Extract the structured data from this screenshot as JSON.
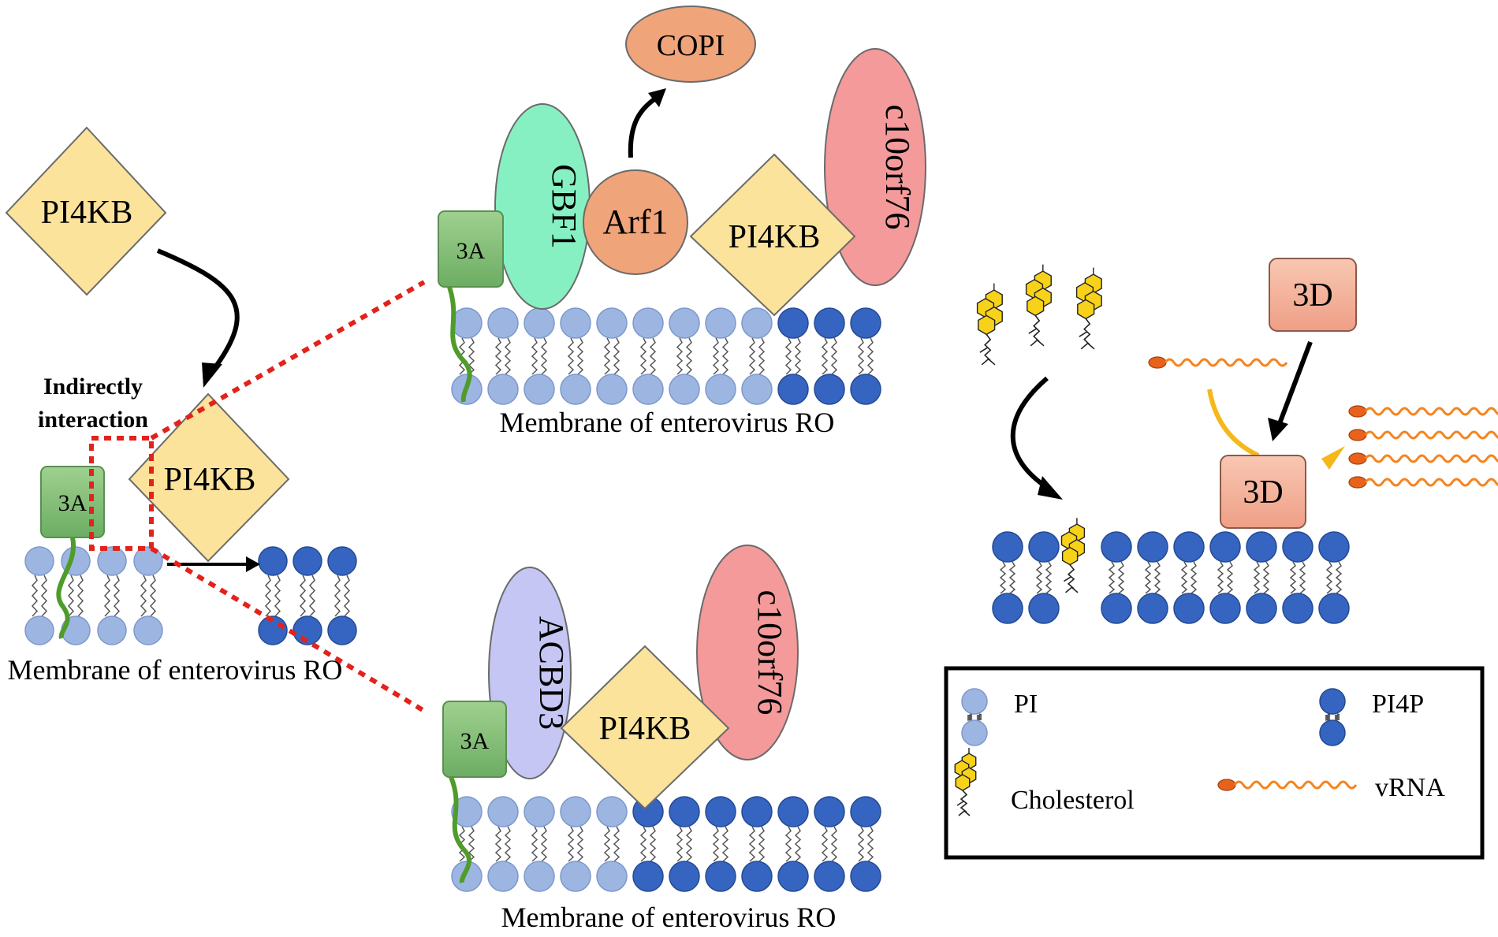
{
  "colors": {
    "pi": "#9db6e1",
    "pi4p": "#3565c0",
    "pi_stroke": "#7d98cc",
    "pi4p_stroke": "#244a95",
    "pi4kb": "#fbe39b",
    "threeA": "#86c07c",
    "gbf1": "#86f0c2",
    "arf1": "#f0a47a",
    "copi": "#f0a47a",
    "c10orf76": "#f49a9a",
    "acbd3": "#c5c6f3",
    "threeD": "#f4b19a",
    "rna": "#f5841f",
    "rna_cap": "#e8621c",
    "cholesterol": "#f7d219",
    "arrow": "#000000",
    "zoom_lines": "#e3221c",
    "membrane_tail": "#555555",
    "legend_border": "#000000",
    "yellow_arrow": "#f5b81c"
  },
  "left": {
    "pi4kb_top": "PI4KB",
    "pi4kb_bottom": "PI4KB",
    "threeA": "3A",
    "indirect_line1": "Indirectly",
    "indirect_line2": "interaction",
    "membrane_label": "Membrane of enterovirus RO"
  },
  "top_center": {
    "copi": "COPI",
    "gbf1": "GBF1",
    "arf1": "Arf1",
    "pi4kb": "PI4KB",
    "c10orf76": "c10orf76",
    "threeA": "3A",
    "membrane_label": "Membrane of enterovirus RO"
  },
  "bottom_center": {
    "acbd3": "ACBD3",
    "pi4kb": "PI4KB",
    "c10orf76": "c10orf76",
    "threeA": "3A",
    "membrane_label": "Membrane of enterovirus RO"
  },
  "right": {
    "threeD_top": "3D",
    "threeD_bottom": "3D"
  },
  "legend": {
    "pi": "PI",
    "pi4p": "PI4P",
    "cholesterol": "Cholesterol",
    "vrna": "vRNA"
  }
}
